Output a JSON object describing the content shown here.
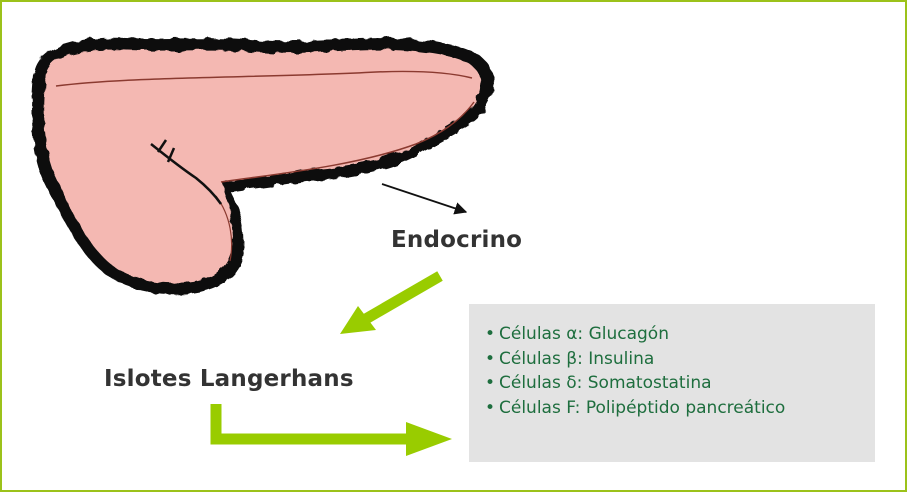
{
  "labels": {
    "endocrino": "Endocrino",
    "islotes": "Islotes Langerhans"
  },
  "cells": [
    "Células α: Glucagón",
    "Células β: Insulina",
    "Células δ: Somatostatina",
    "Células F: Polipéptido pancreático"
  ],
  "colors": {
    "frame": "#9cc21a",
    "arrow": "#99cc00",
    "pancreas_fill": "#f4b8b2",
    "pancreas_outline": "#111111",
    "box_bg": "#e3e3e3",
    "list_text": "#1e6e3e",
    "label_text": "#333333"
  }
}
